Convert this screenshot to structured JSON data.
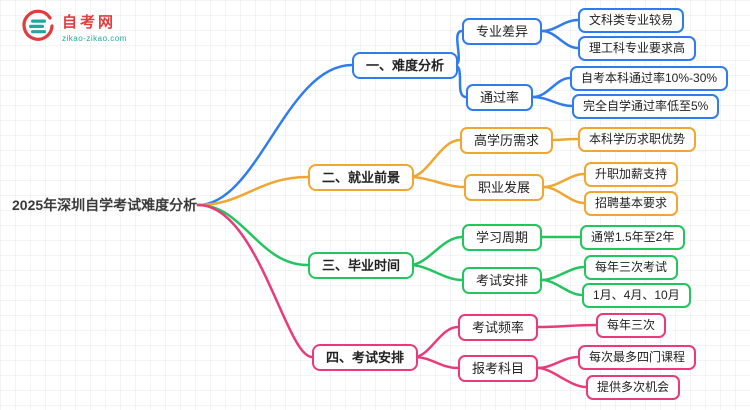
{
  "logo": {
    "site_name": "自考网",
    "site_url": "zikao-zikao.com",
    "red": "#e23c3f",
    "teal": "#1fa89f"
  },
  "root": {
    "label": "2025年深圳自学考试难度分析"
  },
  "branches": [
    {
      "label": "一、难度分析",
      "color": "#2e7cee",
      "children": [
        {
          "label": "专业差异",
          "leaves": [
            "文科类专业较易",
            "理工科专业要求高"
          ]
        },
        {
          "label": "通过率",
          "leaves": [
            "自考本科通过率10%-30%",
            "完全自学通过率低至5%"
          ]
        }
      ]
    },
    {
      "label": "二、就业前景",
      "color": "#f0a732",
      "children": [
        {
          "label": "高学历需求",
          "leaves": [
            "本科学历求职优势"
          ]
        },
        {
          "label": "职业发展",
          "leaves": [
            "升职加薪支持",
            "招聘基本要求"
          ]
        }
      ]
    },
    {
      "label": "三、毕业时间",
      "color": "#22c55e",
      "children": [
        {
          "label": "学习周期",
          "leaves": [
            "通常1.5年至2年"
          ]
        },
        {
          "label": "考试安排",
          "leaves": [
            "每年三次考试",
            "1月、4月、10月"
          ]
        }
      ]
    },
    {
      "label": "四、考试安排",
      "color": "#ea3a7c",
      "children": [
        {
          "label": "考试频率",
          "leaves": [
            "每年三次"
          ]
        },
        {
          "label": "报考科目",
          "leaves": [
            "每次最多四门课程",
            "提供多次机会"
          ]
        }
      ]
    }
  ]
}
